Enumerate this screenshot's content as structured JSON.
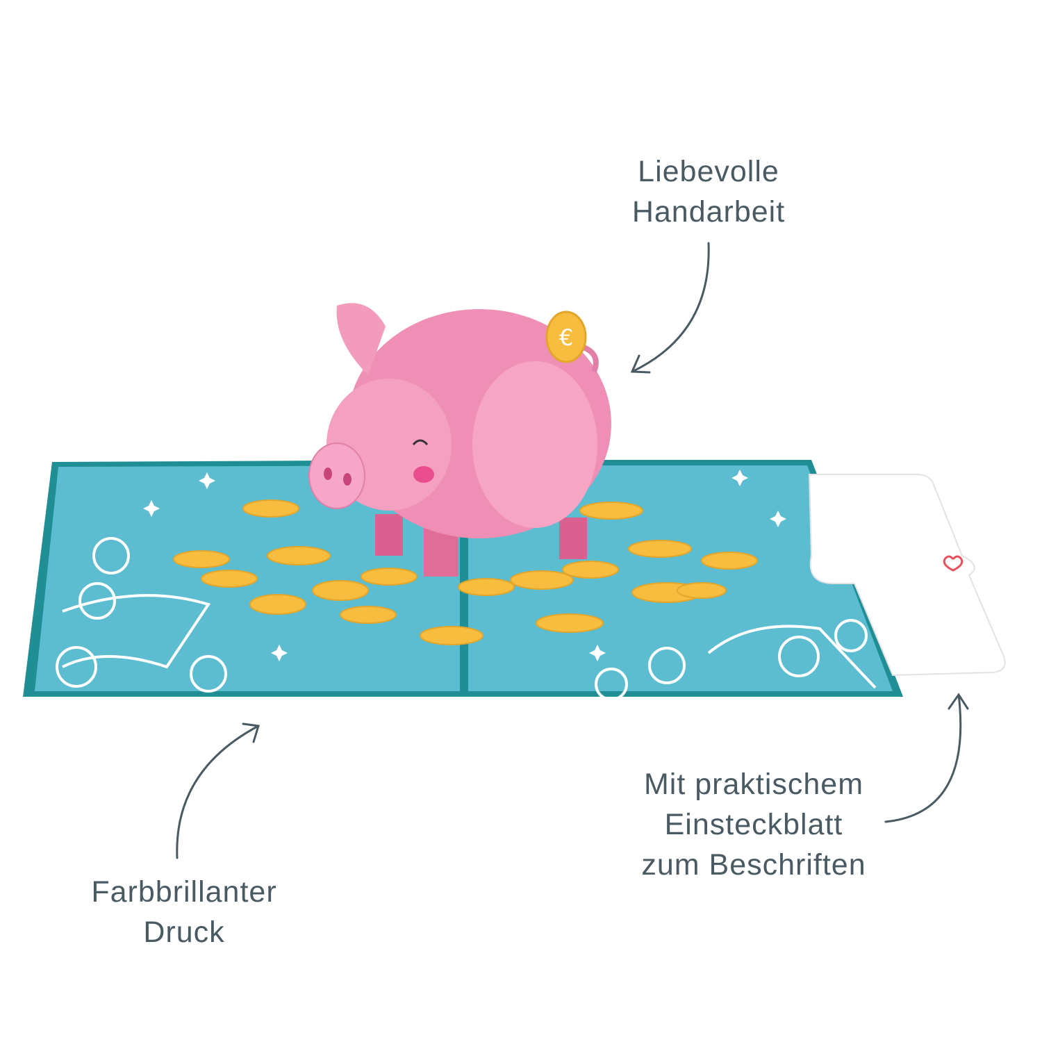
{
  "annotations": {
    "handmade": {
      "line1": "Liebevolle",
      "line2": "Handarbeit"
    },
    "print": {
      "line1": "Farbbrillanter",
      "line2": "Druck"
    },
    "insert": {
      "line1": "Mit praktischem",
      "line2": "Einsteckblatt",
      "line3": "zum Beschriften"
    }
  },
  "colors": {
    "text": "#4a5a63",
    "card_fill": "#5cbdd1",
    "card_edge": "#1f8e95",
    "pig": "#f08fb6",
    "coin": "#f6bd3e"
  },
  "icons": [
    "arrow-icon",
    "heart-icon",
    "euro-coin-icon",
    "sparkle-icon"
  ]
}
